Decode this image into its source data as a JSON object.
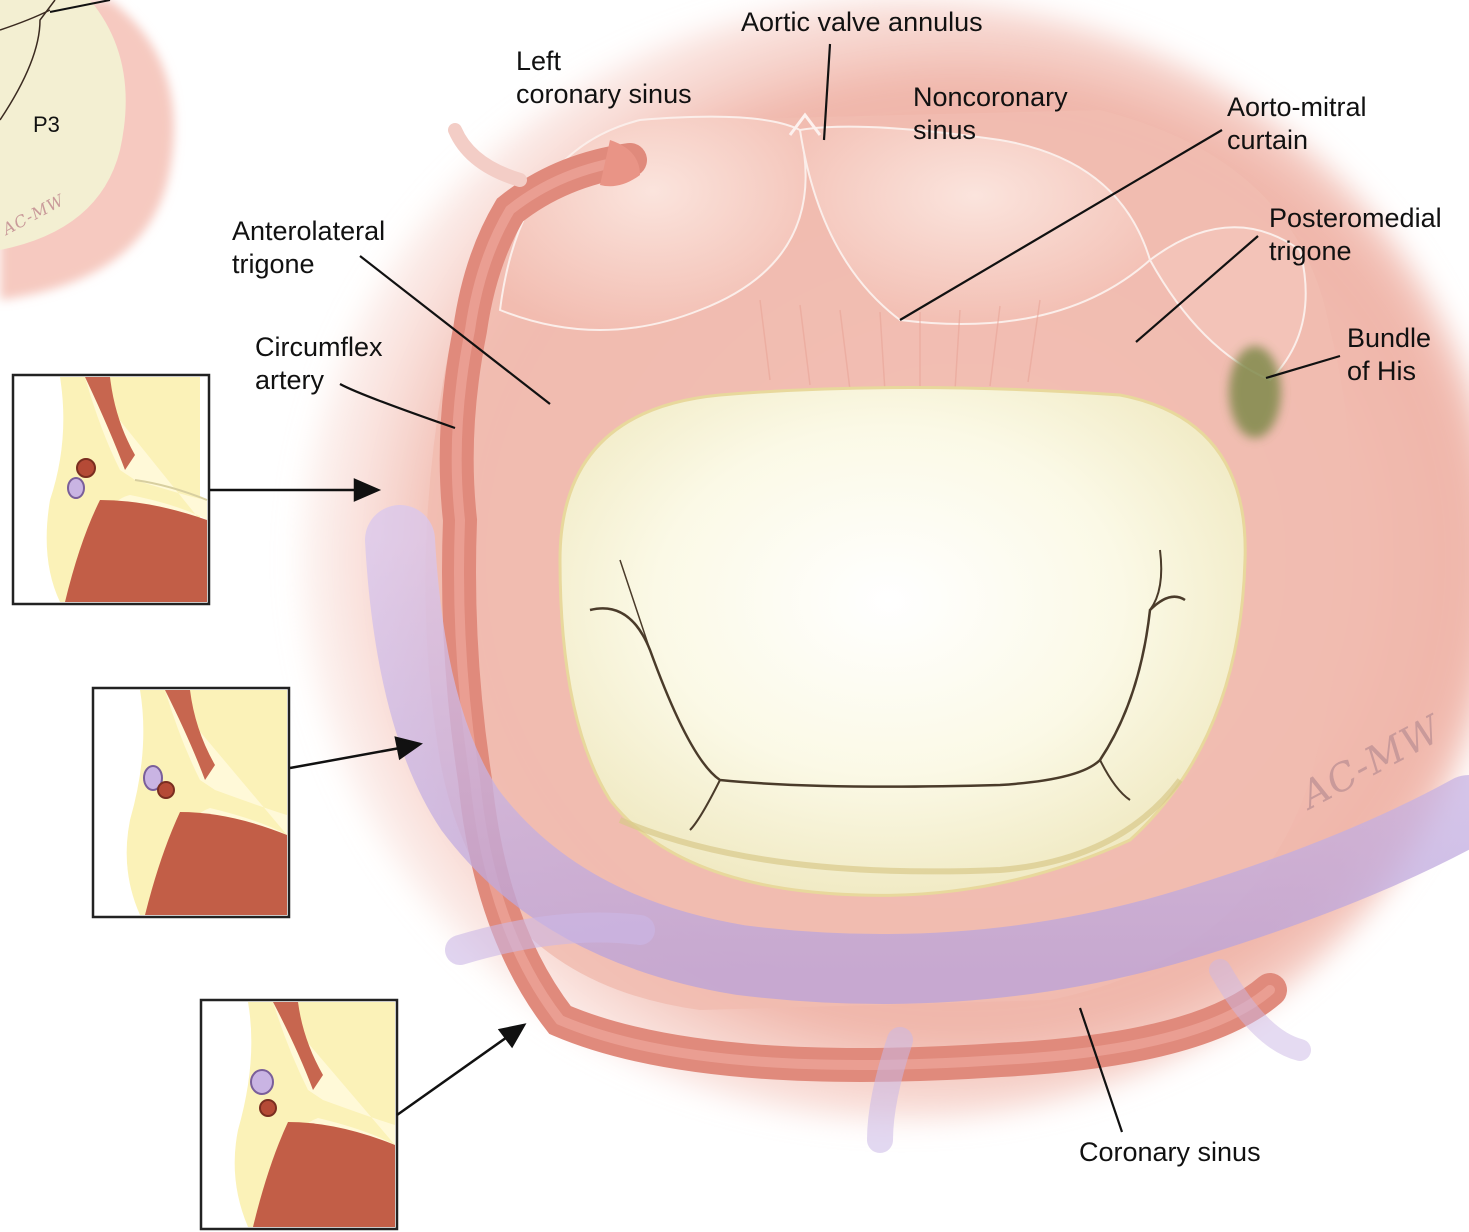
{
  "labels": {
    "aortic_valve_annulus": "Aortic valve annulus",
    "left_coronary_sinus": [
      "Left",
      "coronary sinus"
    ],
    "noncoronary_sinus": [
      "Noncoronary",
      "sinus"
    ],
    "aorto_mitral_curtain": [
      "Aorto-mitral",
      "curtain"
    ],
    "posteromedial_trigone": [
      "Posteromedial",
      "trigone"
    ],
    "anterolateral_trigone": [
      "Anterolateral",
      "trigone"
    ],
    "circumflex_artery": [
      "Circumflex",
      "artery"
    ],
    "bundle_of_his": [
      "Bundle",
      "of His"
    ],
    "coronary_sinus": "Coronary sinus",
    "p3": "P3"
  },
  "signatures": {
    "main": "AC-MW",
    "corner": "AC-MW"
  },
  "colors": {
    "tissue": "#efb3a8",
    "tissue_dark": "#e48f80",
    "artery": "#df7f72",
    "vein": "#c9b4e3",
    "valve": "#f8f4d6",
    "his_bundle": "#7f8a4a",
    "inset_fat": "#fbf2b8",
    "inset_muscle": "#c7664f"
  }
}
